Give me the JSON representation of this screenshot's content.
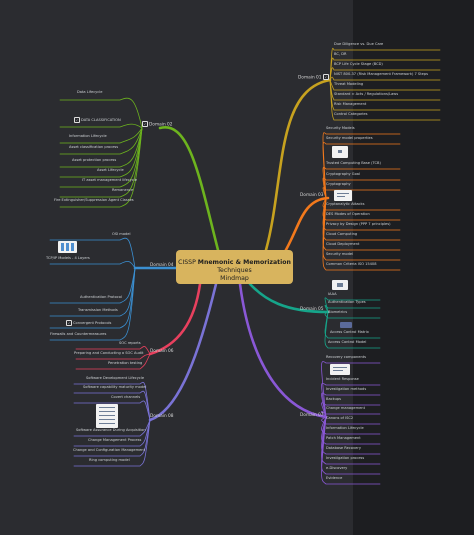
{
  "central": {
    "prefix": "CISSP",
    "bold": "Mnemonic & Memorization",
    "suffix": "Techniques",
    "line2": "Mindmap"
  },
  "domains": {
    "d1": "Domain 01",
    "d2": "Domain 02",
    "d3": "Domain 03",
    "d4": "Domain 04",
    "d5": "Domain 05",
    "d6": "Domain 06",
    "d7": "Domain 07",
    "d8": "Domain 08"
  },
  "domain01": [
    "Due Diligence vs. Due Care",
    "BC, DR",
    "BCP Life Cycle Stage (BCD)",
    "NIST 800-37 (Risk Management Framework) 7 Steps",
    "Threat Modeling",
    "Standard ≈ Acts / Regulations/Laws",
    "Risk Management",
    "Control Categories"
  ],
  "domain02": [
    "Data Lifecycle",
    "DATA CLASSIFICATION",
    "Information Lifecycle",
    "Asset classification process",
    "Asset protection process",
    "Asset Lifecycle",
    "IT asset management lifecycle",
    "Remanence",
    "Fire Extinguisher/Suppression Agent Classes"
  ],
  "domain03": [
    "Security Models",
    "Security model properties",
    "Trusted Computing Base (TCB)",
    "Cryptography Goal",
    "Cryptography",
    "Cryptanalytic Attacks",
    "DES Modes of Operation",
    "Privacy by Design (PPP 7 principles)",
    "Cloud Computing",
    "Cloud Deployment",
    "Security model",
    "Common Criteria ISO 15408"
  ],
  "domain04": [
    "OSI model",
    "TCP/IP Models - 4 Layers",
    "Authentication Protocol",
    "Transmission Methods",
    "Convergent Protocols",
    "Firewalls and Countermeasures"
  ],
  "domain05": [
    "IAAA",
    "Authentication Types",
    "Biometrics",
    "Access Control Matrix",
    "Access Control Model"
  ],
  "domain06": [
    "SOC reports",
    "Preparing and Conducting a SOC Audit",
    "Penetration testing"
  ],
  "domain07": [
    "Recovery components",
    "Incident Response",
    "Investigation methods",
    "Backups",
    "Change management",
    "Canons of ISC2",
    "Information Lifecycle",
    "Patch Management",
    "Database Recovery",
    "Investigation process",
    "e-Discovery",
    "Evidence"
  ],
  "domain08": [
    "Software Development Lifecycle",
    "Software capability maturity model",
    "Covert channels",
    "Software Assurance During Acquisition",
    "Change Management Process",
    "Change and Configuration Management",
    "Ring computing model"
  ],
  "colors": {
    "d1": "#c7a21f",
    "d2": "#6db41e",
    "d3": "#f2791c",
    "d4": "#3b8fd1",
    "d5": "#16a58a",
    "d6": "#e8405e",
    "d7": "#8a58d6",
    "d8": "#7a73d6",
    "central": "#d8b45e",
    "background": "#2b2c30"
  }
}
